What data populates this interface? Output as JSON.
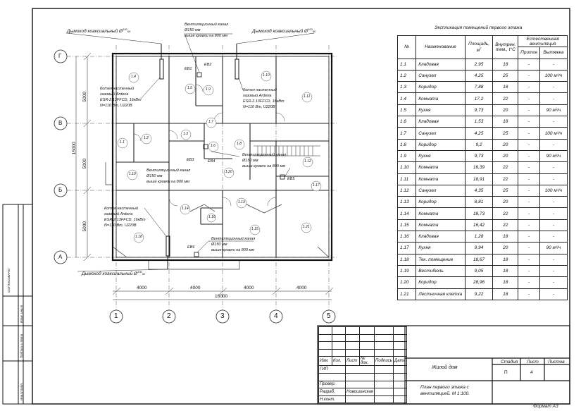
{
  "table": {
    "title": "Экспликация помещений первого этажа",
    "headers": {
      "num": "№",
      "name": "Наименование",
      "area": "Площадь, м",
      "area_sup": "2",
      "temp": "Внутрен. тем., t°C",
      "vent": "Естественная вентиляция",
      "inflow": "Приток",
      "exhaust": "Вытяжка"
    },
    "rows": [
      {
        "num": "1.1",
        "name": "Кладовая",
        "area": "2,95",
        "temp": "18",
        "inflow": "-",
        "exhaust": "-"
      },
      {
        "num": "1.2",
        "name": "Санузел",
        "area": "4,25",
        "temp": "25",
        "inflow": "-",
        "exhaust": "100 м³/ч"
      },
      {
        "num": "1.3",
        "name": "Коридор",
        "area": "7,88",
        "temp": "18",
        "inflow": "-",
        "exhaust": "-"
      },
      {
        "num": "1.4",
        "name": "Комната",
        "area": "17,2",
        "temp": "22",
        "inflow": "-",
        "exhaust": "-"
      },
      {
        "num": "1.5",
        "name": "Кухня",
        "area": "9,73",
        "temp": "20",
        "inflow": "-",
        "exhaust": "90 м³/ч"
      },
      {
        "num": "1.6",
        "name": "Кладовая",
        "area": "1,53",
        "temp": "18",
        "inflow": "-",
        "exhaust": "-"
      },
      {
        "num": "1.7",
        "name": "Санузел",
        "area": "4,25",
        "temp": "25",
        "inflow": "-",
        "exhaust": "100 м³/ч"
      },
      {
        "num": "1.8",
        "name": "Коридор",
        "area": "9,2",
        "temp": "20",
        "inflow": "-",
        "exhaust": "-"
      },
      {
        "num": "1.9",
        "name": "Кухня",
        "area": "9,73",
        "temp": "20",
        "inflow": "-",
        "exhaust": "90 м³/ч"
      },
      {
        "num": "1.10",
        "name": "Комната",
        "area": "16,39",
        "temp": "22",
        "inflow": "-",
        "exhaust": "-"
      },
      {
        "num": "1.11",
        "name": "Комната",
        "area": "18,91",
        "temp": "22",
        "inflow": "-",
        "exhaust": "-"
      },
      {
        "num": "1.12",
        "name": "Санузел",
        "area": "4,35",
        "temp": "25",
        "inflow": "-",
        "exhaust": "100 м³/ч"
      },
      {
        "num": "1.13",
        "name": "Коридор",
        "area": "8,81",
        "temp": "20",
        "inflow": "-",
        "exhaust": "-"
      },
      {
        "num": "1.14",
        "name": "Комната",
        "area": "18,73",
        "temp": "22",
        "inflow": "-",
        "exhaust": "-"
      },
      {
        "num": "1.15",
        "name": "Комната",
        "area": "16,42",
        "temp": "22",
        "inflow": "-",
        "exhaust": "-"
      },
      {
        "num": "1.16",
        "name": "Кладовая",
        "area": "1,28",
        "temp": "18",
        "inflow": "-",
        "exhaust": "-"
      },
      {
        "num": "1.17",
        "name": "Кухня",
        "area": "9,94",
        "temp": "20",
        "inflow": "-",
        "exhaust": "90 м³/ч"
      },
      {
        "num": "1.18",
        "name": "Тех. помещение",
        "area": "18,67",
        "temp": "18",
        "inflow": "-",
        "exhaust": "-"
      },
      {
        "num": "1.19",
        "name": "Вестибюль",
        "area": "9,05",
        "temp": "18",
        "inflow": "-",
        "exhaust": "-"
      },
      {
        "num": "1.20",
        "name": "Коридор",
        "area": "28,96",
        "temp": "18",
        "inflow": "-",
        "exhaust": "-"
      },
      {
        "num": "1.21",
        "name": "Лестничная клетка",
        "area": "9,22",
        "temp": "18",
        "inflow": "-",
        "exhaust": "-"
      }
    ]
  },
  "plan": {
    "axes_letters": [
      "Г",
      "В",
      "Б",
      "А"
    ],
    "axes_numbers": [
      "1",
      "2",
      "3",
      "4",
      "5"
    ],
    "dims_horizontal": [
      "4000",
      "4000",
      "4000",
      "4000"
    ],
    "dim_total": "16000",
    "dims_vertical": [
      "5000",
      "5000",
      "5000"
    ],
    "dim_vertical_total": "15000",
    "rooms": [
      "1.1",
      "1.2",
      "1.3",
      "1.4",
      "1.5",
      "1.6",
      "1.7",
      "1.8",
      "1.9",
      "1.10",
      "1.11",
      "1.12",
      "1.13",
      "1.14",
      "1.15",
      "1.16",
      "1.17",
      "1.18",
      "1.19",
      "1.20",
      "1.21"
    ],
    "chimney_label_left": "Дымоход коаксиальный Ø",
    "chimney_label_right": "Дымоход коаксиальный Ø",
    "chimney_label_bottom": "Дымоход коаксиальный Ø",
    "chimney_frac_top": "100",
    "chimney_frac_bottom": "60",
    "vent_top_l1": "Вентиляционный канал",
    "vent_top_l2": "Ø150 мм",
    "vent_top_l3": "выше кровли на 800 мм",
    "vent_mid_l1": "Вентиляционный канал",
    "vent_mid_l2": "Ø150 мм",
    "vent_mid_l3": "выше кровли на 800 мм",
    "vent_right_l1": "Вентиляционный канал",
    "vent_right_l2": "Ø150 мм",
    "vent_right_l3": "выше кровли на 800 мм",
    "vent_bottom_l1": "Вентиляционный канал",
    "vent_bottom_l2": "Ø150 мм",
    "vent_bottom_l3": "выше кровли на 800 мм",
    "boiler_l1": "Котел настенный",
    "boiler_l2": "газовый Arderia",
    "boiler_l3": "ESR-2.13FFCD, 16кВт",
    "boiler_l4": "N=110 Вт, U220В",
    "boiler_b1": "Котел настенный",
    "boiler_b2": "газовый Arderia",
    "boiler_b3": "ESR-2.13FFCD, 16кВт",
    "boiler_b4": "N=110 Вт, U220В",
    "eb": [
      "ЕВ1",
      "ЕВ2",
      "ЕВ3",
      "ЕВ4",
      "ЕВ5",
      "ЕВ6"
    ]
  },
  "stamp": {
    "cols": [
      "Изм.",
      "Кол.",
      "Лист",
      "№ док.",
      "Подпись",
      "Дата"
    ],
    "gip": "ГИП",
    "prover": "Провер.",
    "razrab": "Разраб.",
    "nkontr": "Н.конт.",
    "author": "Новошинская",
    "project": "Жилой дом",
    "stage_label": "Стадия",
    "sheet_label": "Лист",
    "sheets_label": "Листов",
    "stage": "П",
    "sheet": "4",
    "sheet_title": "План первого этажа с вентиляцией.  М 1:100.",
    "format": "Формат А3"
  },
  "side": {
    "soglasovano": "СОГЛАСОВАНО",
    "vzam": "Взам. инв.N",
    "podpis": "Подпись и дата",
    "invn": "Инв.N подл."
  }
}
